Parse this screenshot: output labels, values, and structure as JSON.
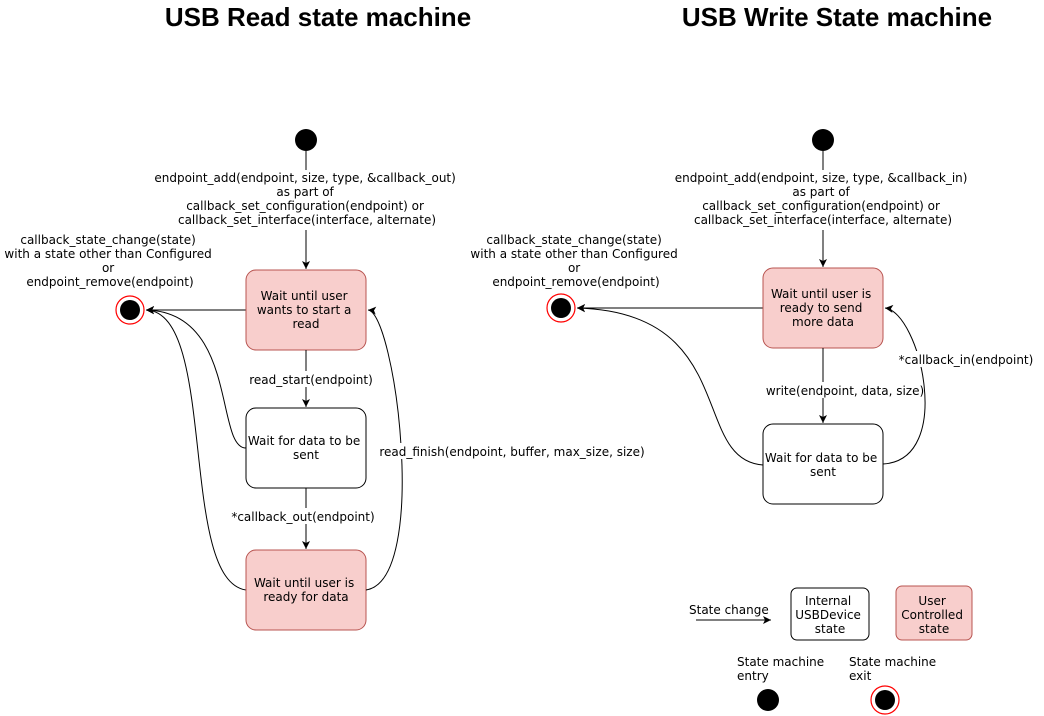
{
  "read": {
    "title": "USB Read state machine",
    "entry_label": [
      "endpoint_add(endpoint, size, type, &callback_out)",
      "as part of",
      "callback_set_configuration(endpoint) or",
      "callback_set_interface(interface, alternate)"
    ],
    "exit_label": [
      "callback_state_change(state)",
      "with a state other than Configured",
      "or",
      "endpoint_remove(endpoint)"
    ],
    "state_user_start": [
      "Wait until user",
      "wants to start a",
      "read"
    ],
    "state_wait_data": [
      "Wait for data to be",
      "sent"
    ],
    "state_user_ready": [
      "Wait until user is",
      "ready for data"
    ],
    "edge_read_start": "read_start(endpoint)",
    "edge_callback_out": "*callback_out(endpoint)",
    "edge_read_finish": "read_finish(endpoint, buffer, max_size, size)"
  },
  "write": {
    "title": "USB Write State machine",
    "entry_label": [
      "endpoint_add(endpoint, size, type, &callback_in)",
      "as part of",
      "callback_set_configuration(endpoint) or",
      "callback_set_interface(interface, alternate)"
    ],
    "exit_label": [
      "callback_state_change(state)",
      "with a state other than Configured",
      "or",
      "endpoint_remove(endpoint)"
    ],
    "state_user_send": [
      "Wait until user is",
      "ready to send",
      "more data"
    ],
    "state_wait_data": [
      "Wait for data to be",
      "sent"
    ],
    "edge_write": "write(endpoint, data, size)",
    "edge_callback_in": "*callback_in(endpoint)"
  },
  "legend": {
    "state_change": "State change",
    "internal_state": [
      "Internal",
      "USBDevice",
      "state"
    ],
    "user_state": [
      "User",
      "Controlled",
      "state"
    ],
    "entry": [
      "State machine",
      "entry"
    ],
    "exit": [
      "State machine",
      "exit"
    ]
  },
  "colors": {
    "user_fill": "#f8cecc",
    "user_stroke": "#b85450",
    "exit_ring": "#ff0000"
  }
}
